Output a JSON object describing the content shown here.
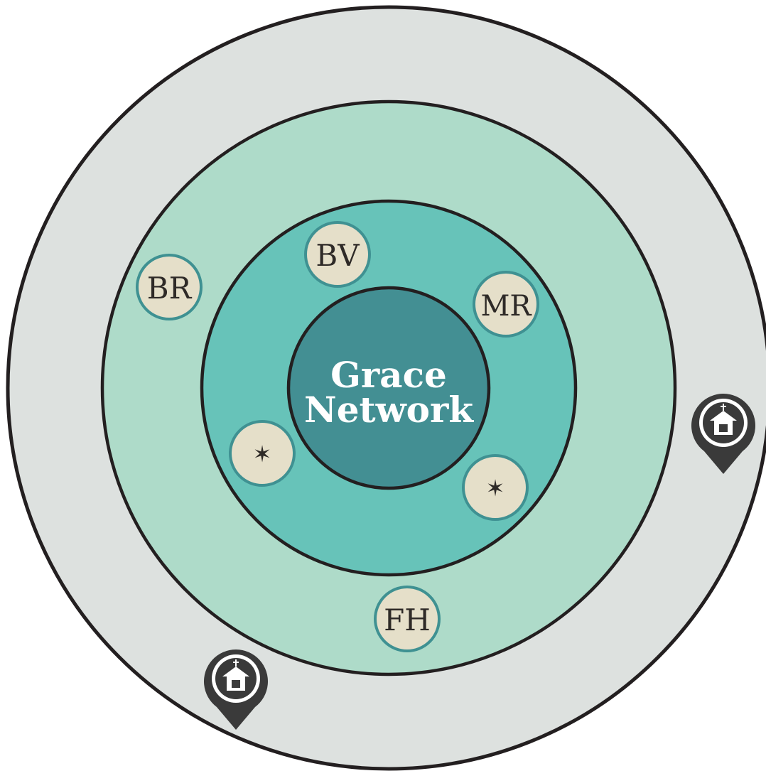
{
  "center": {
    "line1": "Grace",
    "line2": "Network"
  },
  "nodes": {
    "bv": "BV",
    "br": "BR",
    "mr": "MR",
    "fh": "FH",
    "star_a": "✶",
    "star_b": "✶"
  },
  "icons": {
    "church_pin_right": "church-location-pin-icon",
    "church_pin_left": "church-location-pin-icon",
    "star_node_glyph": "six-point-star-icon"
  },
  "colors": {
    "outer_ring": "#dde1df",
    "middle_ring": "#aedbc9",
    "inner_ring": "#67c3b9",
    "core": "#438f93",
    "node_fill": "#e5dfc9",
    "node_border": "#3f9192",
    "outline": "#231f20",
    "pin": "#3a3a3a"
  }
}
